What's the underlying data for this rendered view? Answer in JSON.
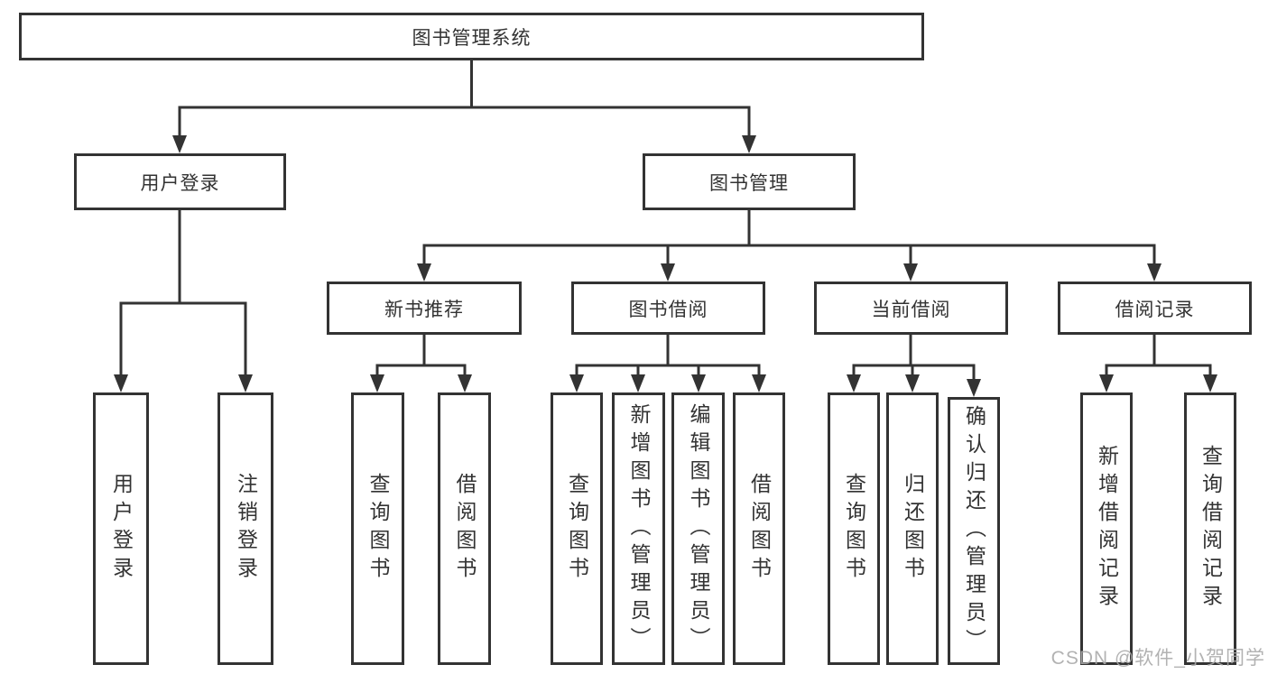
{
  "diagram": {
    "title": "图书管理系统",
    "branches": [
      {
        "label": "用户登录",
        "leaves": [
          "用户登录",
          "注销登录"
        ]
      },
      {
        "label": "图书管理",
        "groups": [
          {
            "label": "新书推荐",
            "leaves": [
              "查询图书",
              "借阅图书"
            ]
          },
          {
            "label": "图书借阅",
            "leaves": [
              "查询图书",
              "新增图书（管理员）",
              "编辑图书（管理员）",
              "借阅图书"
            ]
          },
          {
            "label": "当前借阅",
            "leaves": [
              "查询图书",
              "归还图书",
              "确认归还（管理员）"
            ]
          },
          {
            "label": "借阅记录",
            "leaves": [
              "新增借阅记录",
              "查询借阅记录"
            ]
          }
        ]
      }
    ]
  },
  "watermark": "CSDN @软件_小贺同学",
  "colors": {
    "line": "#333333",
    "box_border": "#333333",
    "text": "#333333",
    "watermark": "#aaaaaa",
    "background": "#ffffff"
  }
}
